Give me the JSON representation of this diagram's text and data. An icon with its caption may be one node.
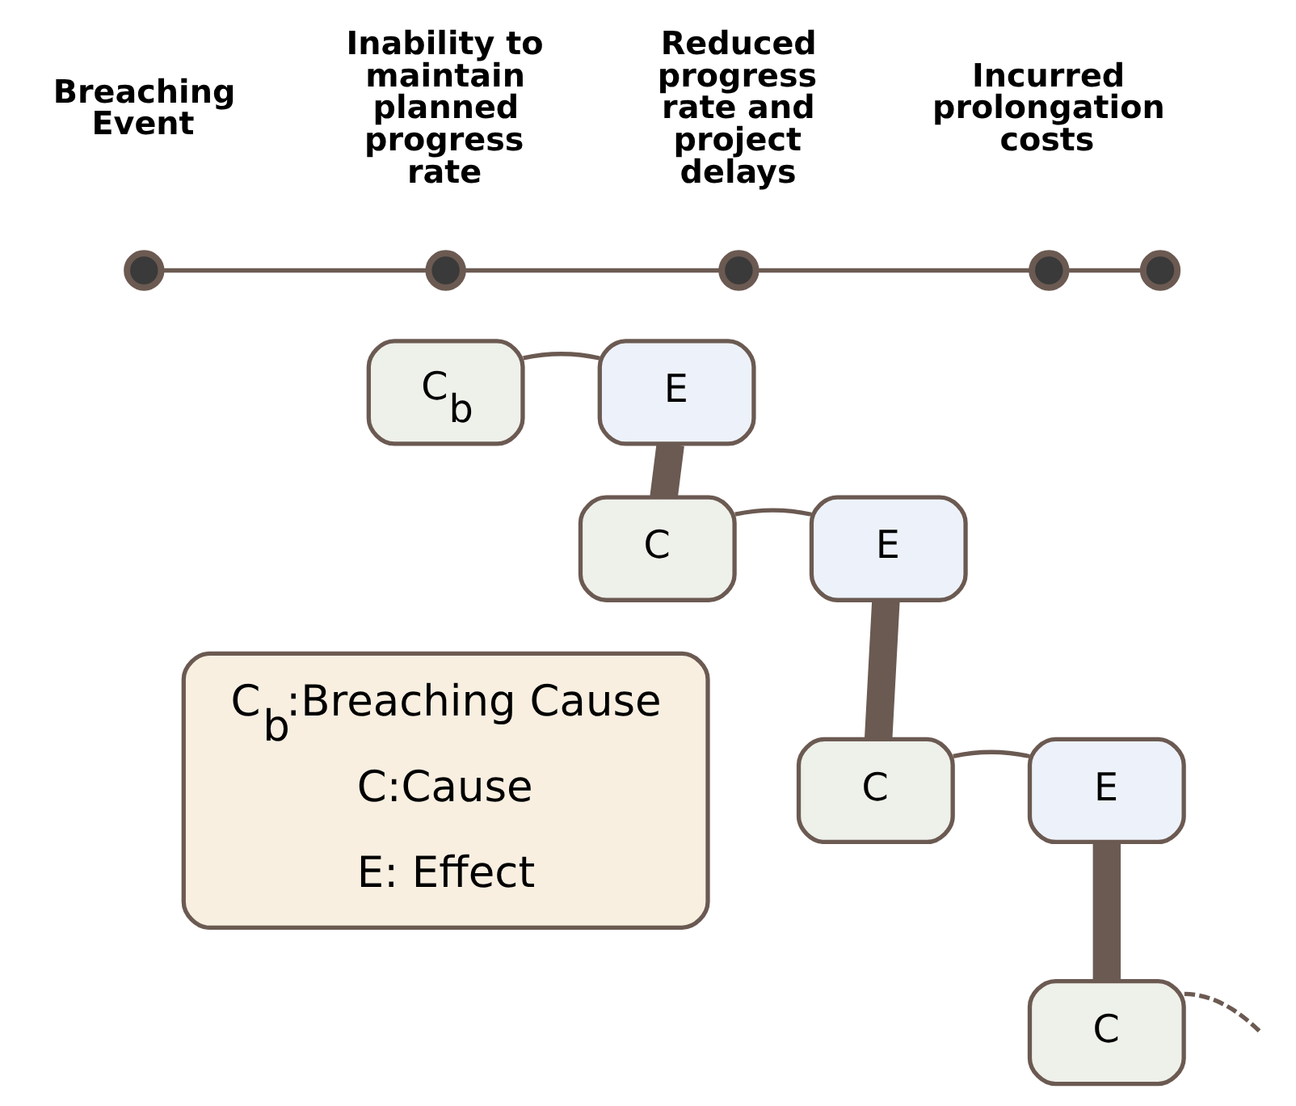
{
  "diagram": {
    "nodes": [
      {
        "text": [],
        "shape": "circle"
      },
      {
        "text": [],
        "shape": "circle"
      },
      {
        "text": [],
        "shape": "circle"
      },
      {
        "text": [],
        "shape": "circle"
      },
      {
        "text": [],
        "shape": "circle"
      },
      {
        "text": [
          "C$_{b}$"
        ]
      },
      {
        "text": [
          "E"
        ]
      },
      {
        "text": [
          "C"
        ]
      },
      {
        "text": [
          "E"
        ]
      },
      {
        "text": [
          "C"
        ]
      },
      {
        "text": [
          "E"
        ]
      },
      {
        "text": [
          "C"
        ]
      },
      {
        "text": [
          "C$_{b}$:Breaching Cause",
          "C:Cause",
          "E: Effect"
        ]
      }
    ],
    "edges": [
      {
        "from": 0,
        "to": 1,
        "arrow": "none"
      },
      {
        "from": 1,
        "to": 2,
        "arrow": "none"
      },
      {
        "from": 2,
        "to": 3,
        "arrow": "none"
      },
      {
        "from": 3,
        "to": 4,
        "arrow": "none"
      },
      {
        "from": 5,
        "to": 6,
        "arrow": "none"
      },
      {
        "from": 6,
        "to": 7,
        "arrow": "none",
        "style": "thick"
      },
      {
        "from": 7,
        "to": 8,
        "arrow": "none"
      },
      {
        "from": 8,
        "to": 9,
        "arrow": "none",
        "style": "thick"
      },
      {
        "from": 9,
        "to": 10,
        "arrow": "none"
      },
      {
        "from": 10,
        "to": 11,
        "arrow": "none",
        "style": "thick"
      },
      {
        "from": 11,
        "to": null,
        "arrow": "none",
        "style": "dashed"
      }
    ],
    "labels": [
      "Breaching Event",
      "Inability to maintain planned progress rate",
      "Reduced progress rate and project delays",
      "Incurred prolongation costs"
    ]
  }
}
